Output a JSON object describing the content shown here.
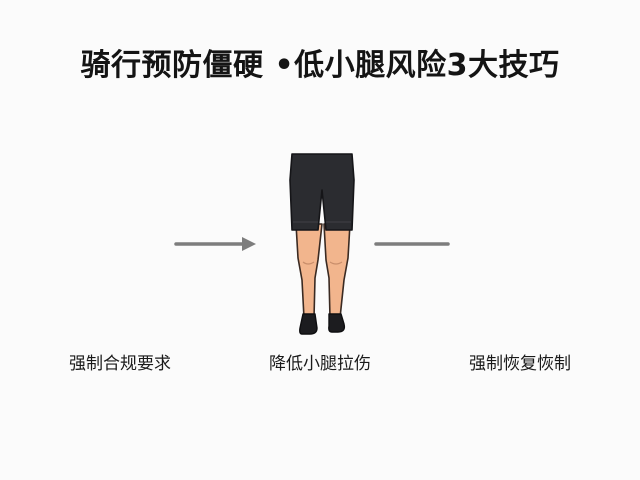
{
  "title": "骑行预防僵硬 •低小腿风险3大技巧",
  "labels": {
    "left": "强制合规要求",
    "middle": "降低小腿拉伤",
    "right": "强制恢复恢制"
  },
  "icons": {
    "left": "arrow-right-icon",
    "middle": "cyclist-legs-shorts-icon",
    "right": "horizontal-line-icon"
  },
  "colors": {
    "shorts": "#2b2c30",
    "skin": "#f2b58d",
    "arrow": "#7d7d7d",
    "background": "#fbfbfb"
  }
}
